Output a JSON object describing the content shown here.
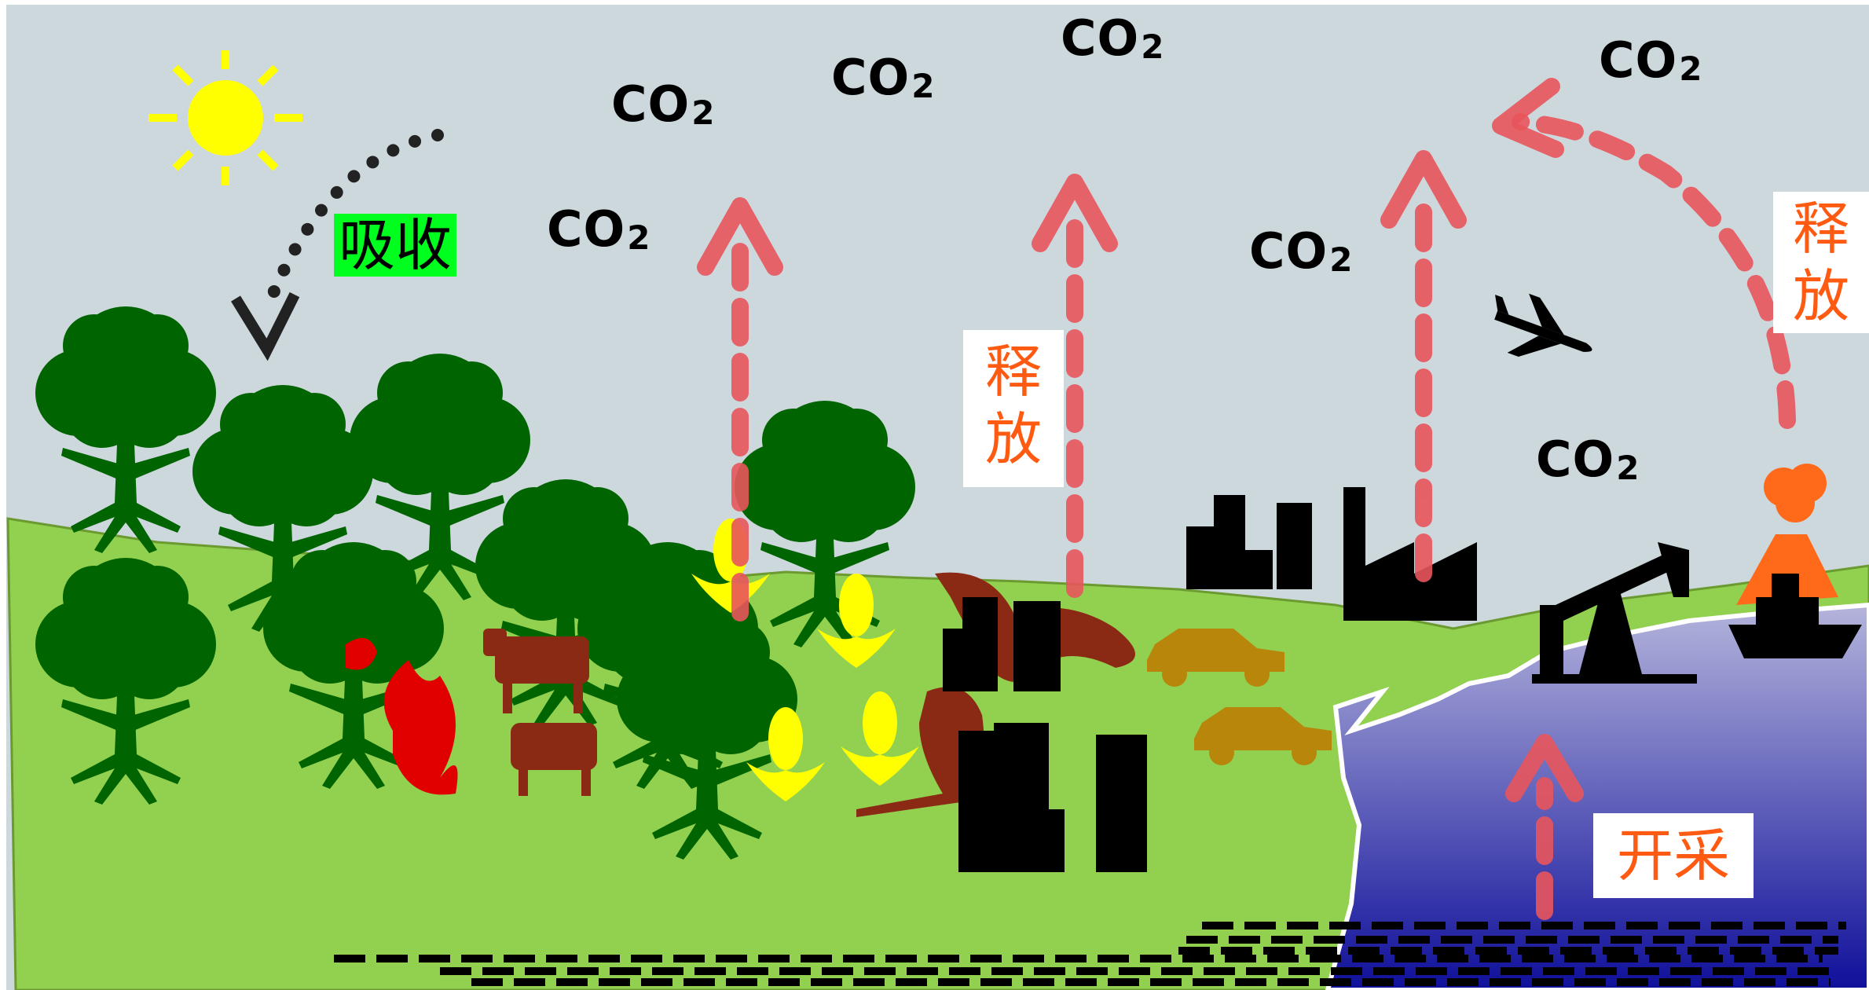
{
  "diagram": {
    "co2_labels": [
      {
        "text": "CO",
        "sub": "2"
      },
      {
        "text": "CO",
        "sub": "2"
      },
      {
        "text": "CO",
        "sub": "2"
      },
      {
        "text": "CO",
        "sub": "2"
      },
      {
        "text": "CO",
        "sub": "2"
      },
      {
        "text": "CO",
        "sub": "2"
      },
      {
        "text": "CO",
        "sub": "2"
      }
    ],
    "absorb_label": "吸收",
    "release_label_1_line1": "释",
    "release_label_1_line2": "放",
    "release_label_2_line1": "释",
    "release_label_2_line2": "放",
    "mining_label": "开采"
  },
  "colors": {
    "sky": "#cdd8dd",
    "land": "#92d050",
    "tree": "#006400",
    "arrow": "#e8555c",
    "label_orange": "#ff5a12",
    "absorb_bg": "#00ff1e",
    "sea_top": "#a9a9d9",
    "sea_bottom": "#1a1aa0",
    "sun": "#ffff00"
  }
}
